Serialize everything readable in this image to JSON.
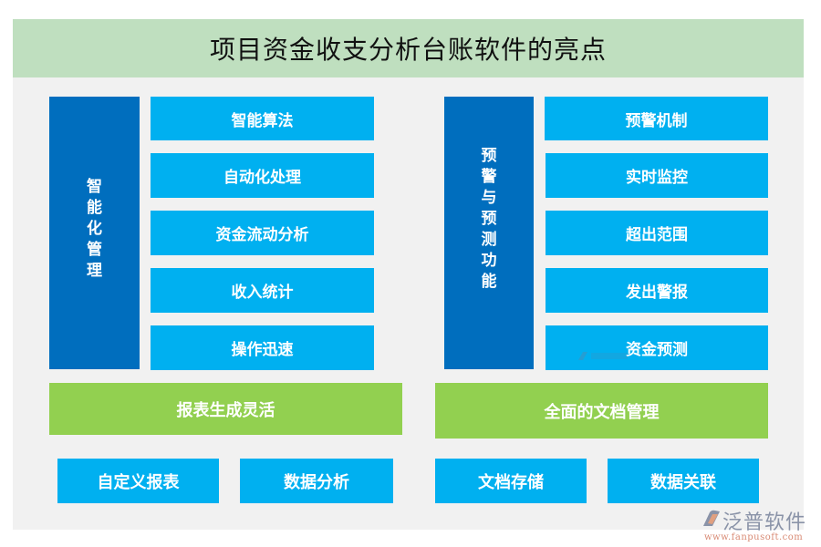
{
  "title": "项目资金收支分析台账软件的亮点",
  "left_section": {
    "category": "智能化管理",
    "category_chars": [
      "智",
      "能",
      "化",
      "管",
      "理"
    ],
    "items": [
      "智能算法",
      "自动化处理",
      "资金流动分析",
      "收入统计",
      "操作迅速"
    ],
    "highlight": "报表生成灵活",
    "sub_items": [
      "自定义报表",
      "数据分析"
    ]
  },
  "right_section": {
    "category": "预警与预测功能",
    "category_chars": [
      "预",
      "警",
      "与",
      "预",
      "测",
      "功",
      "能"
    ],
    "items": [
      "预警机制",
      "实时监控",
      "超出范围",
      "发出警报",
      "资金预测"
    ],
    "highlight": "全面的文档管理",
    "sub_items": [
      "文档存储",
      "数据关联"
    ]
  },
  "logo": {
    "brand": "泛普软件",
    "url": "www.fanpusoft.com",
    "icon": "fanpu-logo-icon"
  },
  "colors": {
    "header_bg": "#bfdfbf",
    "panel_bg": "#f1f1f1",
    "category_bg": "#006ebe",
    "item_bg": "#00b0f0",
    "highlight_bg": "#92d050"
  }
}
